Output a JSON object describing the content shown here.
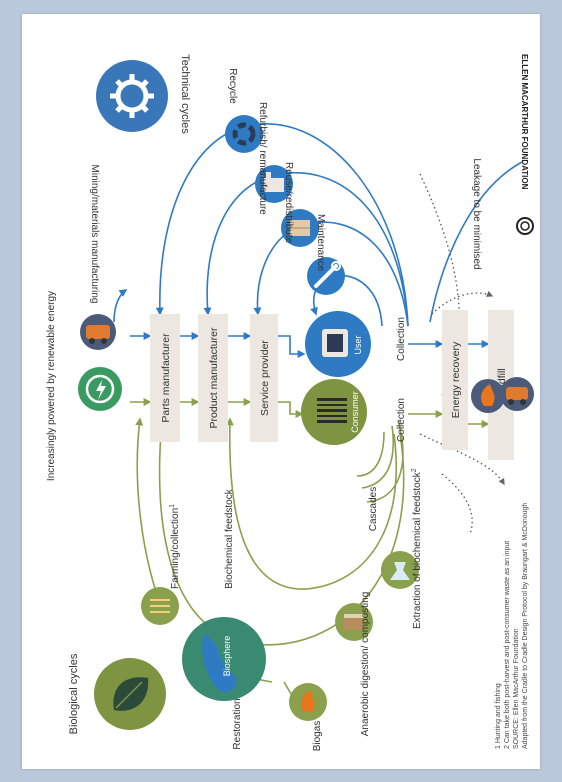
{
  "sections": {
    "technical_title": "Technical cycles",
    "biological_title": "Biological cycles"
  },
  "brand": {
    "name": "ELLEN MACARTHUR FOUNDATION"
  },
  "top": {
    "renewable": "Increasingly powered by renewable energy",
    "mining": "Mining/materials manufacturing"
  },
  "chain": {
    "parts": "Parts manufacturer",
    "product": "Product manufacturer",
    "service": "Service provider"
  },
  "technical": {
    "recycle": "Recycle",
    "refurbish": "Refurbish/ remanufacture",
    "reuse": "Reuse/redistribute",
    "maintenance": "Maintenance",
    "user": "User",
    "collection": "Collection"
  },
  "biological": {
    "consumer": "Consumer",
    "collection": "Collection",
    "cascades": "Cascades",
    "farming": "Farming/collection",
    "farming_note": "1",
    "feedstock": "Biochemical feedstock",
    "biosphere": "Biosphere",
    "restoration": "Restoration",
    "biogas": "Biogas",
    "anaerobic": "Anaerobic digestion/ composting",
    "extraction": "Extraction of biochemical feedstock",
    "extraction_note": "2"
  },
  "bottom": {
    "energy_recovery": "Energy recovery",
    "landfill": "Landfill",
    "leakage": "Leakage to be minimised"
  },
  "footnotes": [
    "1 Hunting and fishing",
    "2 Can take both post-harvest and post-consumer waste as an input",
    "SOURCE: Ellen MacArthur Foundation",
    "Adapted from the Cradle to Cradle Design Protocol by Braungart & McDonough"
  ],
  "colors": {
    "blue": "#2e7bc4",
    "green": "#8aa04c",
    "olive": "#7e9440",
    "teal_icon": "#3a77b8",
    "box_bg": "#ece8e1"
  }
}
